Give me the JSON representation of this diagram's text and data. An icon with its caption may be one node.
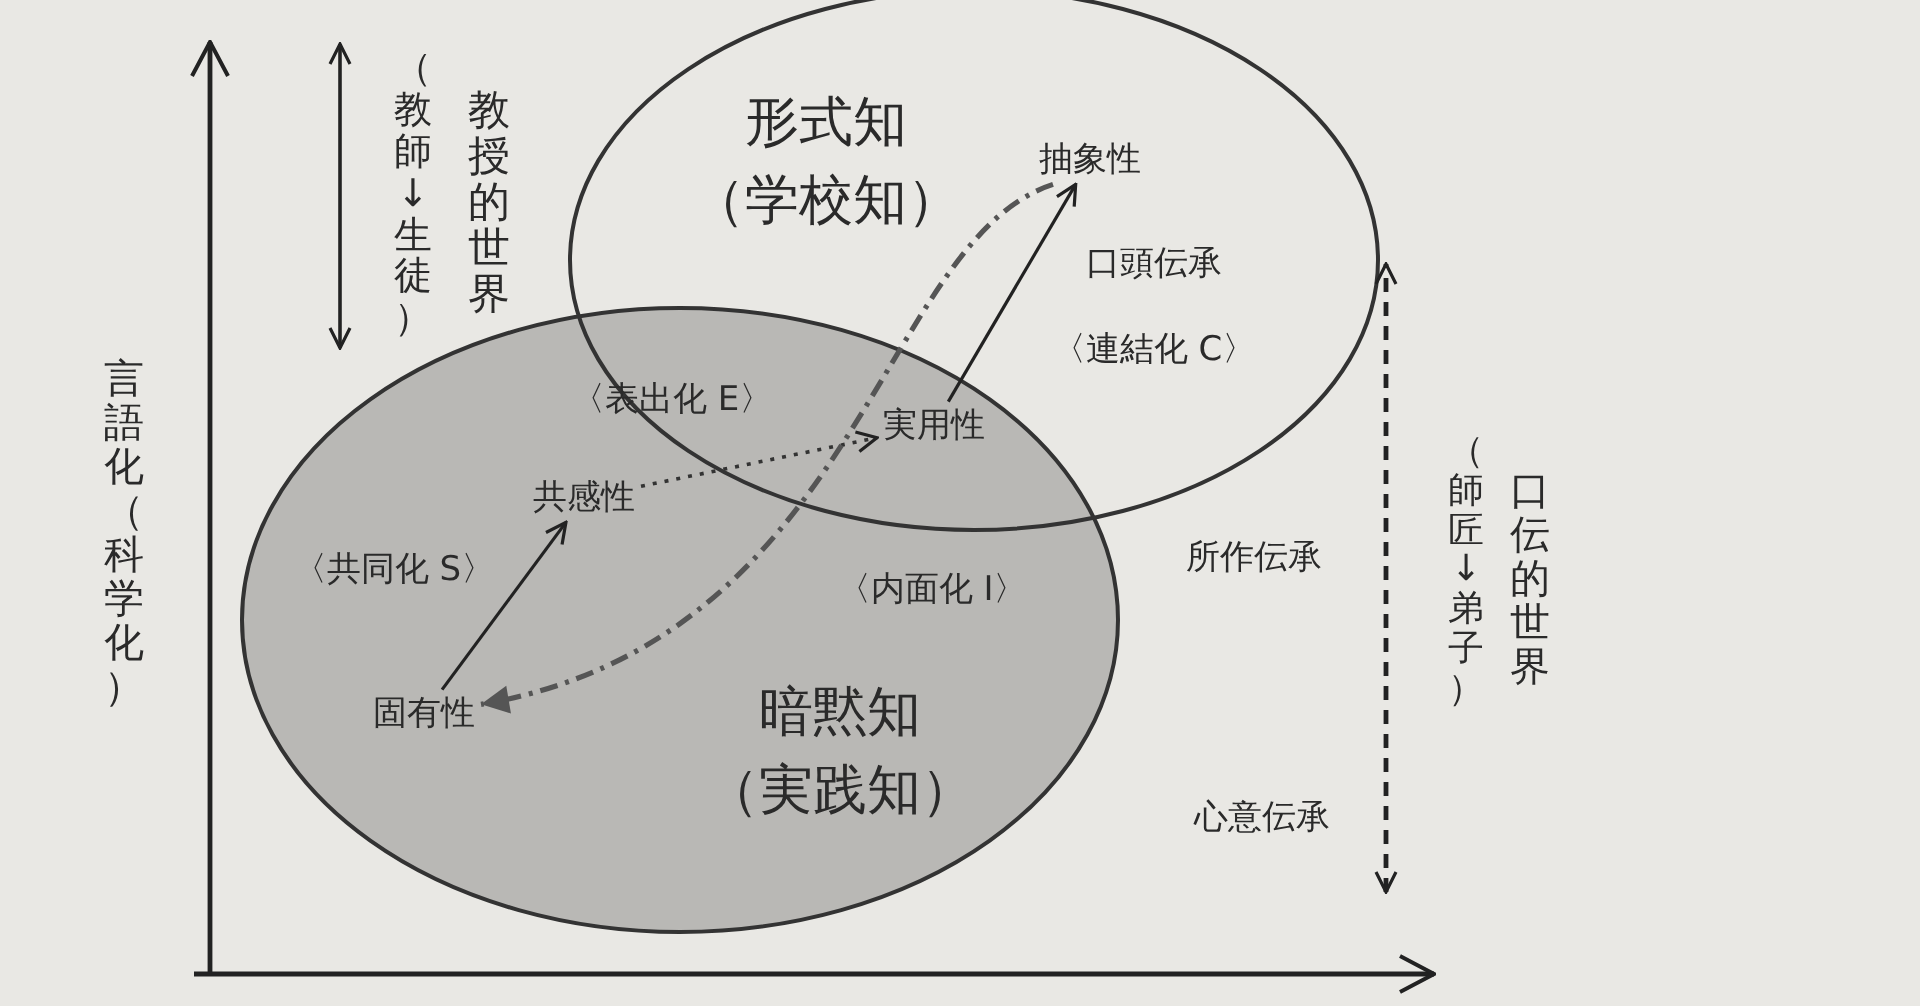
{
  "diagram": {
    "nodes": [
      {
        "text": [
          "形式知",
          "（学校知）"
        ]
      },
      {
        "text": [
          "暗黙知",
          "（実践知）"
        ]
      },
      {
        "text": [
          "抽象性"
        ],
        "in": 0
      },
      {
        "text": [
          "実用性"
        ]
      },
      {
        "text": [
          "共感性"
        ],
        "in": 1
      },
      {
        "text": [
          "固有性"
        ],
        "in": 1
      }
    ],
    "edges": [
      {
        "from": 5,
        "to": 4,
        "arrow": "to"
      },
      {
        "from": 4,
        "to": 3,
        "arrow": "to",
        "style": "dashed"
      },
      {
        "from": 3,
        "to": 2,
        "arrow": "to"
      },
      {
        "from": 2,
        "to": 5,
        "arrow": "to",
        "style": "dashed"
      },
      {
        "from": null,
        "to": 0,
        "arrow": "both",
        "style": "dashed"
      }
    ],
    "labels": [
      "教授的世界",
      "（教師↓生徒）",
      "言語化（科学化）",
      "〈表出化 E〉",
      "口頭伝承",
      "〈連結化 C〉",
      "〈共同化 S〉",
      "〈内面化 I〉",
      "所作伝承",
      "口伝的世界",
      "（師匠↓弟子）",
      "心意伝承"
    ]
  }
}
